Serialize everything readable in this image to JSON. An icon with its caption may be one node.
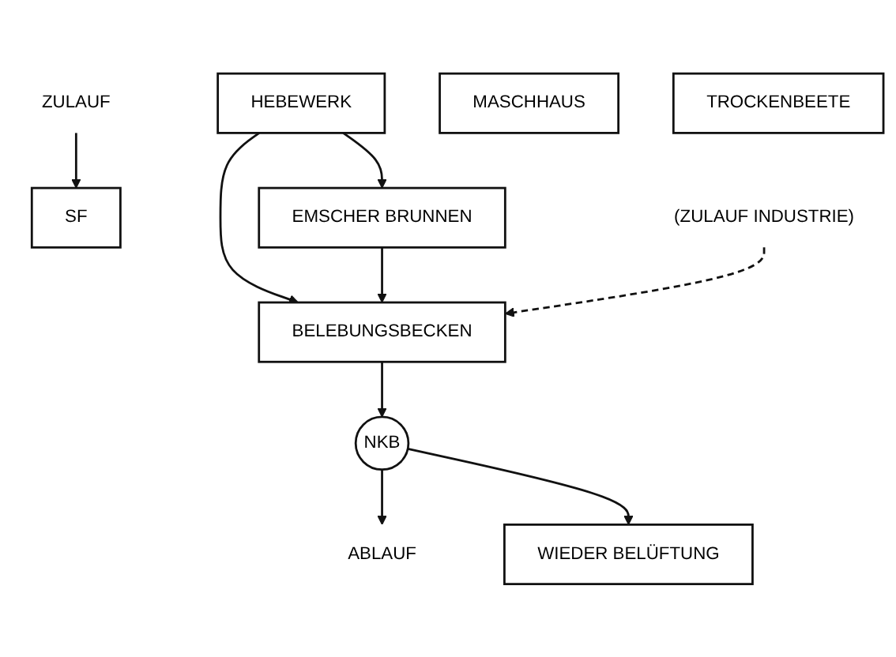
{
  "diagram": {
    "nodes": [
      {
        "text": [
          "ABLAUF"
        ]
      },
      {
        "text": [
          "NKB"
        ]
      },
      {
        "text": [
          "ZULAUF"
        ]
      },
      {
        "text": [
          "WIEDER BELÜFTUNG"
        ]
      },
      {
        "text": [
          "SF"
        ]
      },
      {
        "text": [
          "HEBEWERK"
        ]
      },
      {
        "text": [
          "MASCHHAUS"
        ]
      },
      {
        "text": [
          "(ZULAUF INDUSTRIE)"
        ]
      },
      {
        "text": [
          "BELEBUNGSBECKEN"
        ]
      },
      {
        "text": [
          "TROCKENBEETE"
        ]
      },
      {
        "text": [
          "EMSCHER BRUNNEN"
        ]
      }
    ],
    "edges": [
      {
        "from": 1,
        "to": 0,
        "arrow": "to"
      },
      {
        "from": 1,
        "to": 3,
        "arrow": "to"
      },
      {
        "from": 2,
        "to": 4,
        "arrow": "to"
      },
      {
        "from": 5,
        "to": 8,
        "arrow": "to"
      },
      {
        "from": 5,
        "to": 10,
        "arrow": "to"
      },
      {
        "from": 8,
        "to": 1,
        "arrow": "to"
      },
      {
        "from": 10,
        "to": 8,
        "arrow": "to"
      },
      {
        "from": 7,
        "to": 8,
        "arrow": "to",
        "style": "dashed"
      }
    ]
  }
}
